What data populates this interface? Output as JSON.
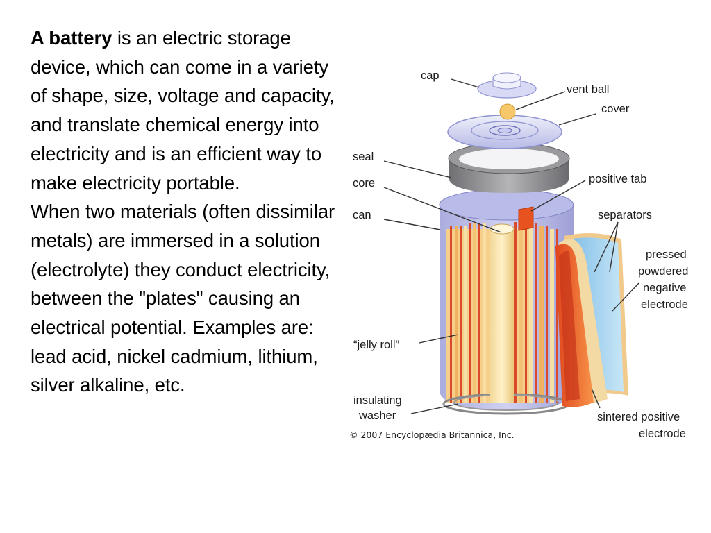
{
  "intro": {
    "term": "A battery",
    "definition": " is an electric storage device, which can come in a variety of shape, size, voltage and capacity, and translate chemical energy into electricity and is an efficient way to make electricity portable."
  },
  "explanation": "When two materials (often dissimilar metals) are immersed in a solution (electrolyte) they conduct electricity, between the \"plates\" causing an electrical potential. Examples are: lead acid, nickel cadmium, lithium, silver alkaline, etc.",
  "diagram": {
    "labels": {
      "cap": "cap",
      "vent_ball": "vent ball",
      "cover": "cover",
      "seal": "seal",
      "core": "core",
      "positive_tab": "positive tab",
      "can": "can",
      "separators": "separators",
      "pressed_line1": "pressed",
      "pressed_line2": "powdered",
      "pressed_line3": "negative",
      "pressed_line4": "electrode",
      "jelly_roll": "“jelly roll”",
      "insulating_line1": "insulating",
      "insulating_line2": "washer",
      "sintered_line1": "sintered positive",
      "sintered_line2": "electrode"
    },
    "credit": "© 2007 Encyclopædia Britannica, Inc."
  }
}
